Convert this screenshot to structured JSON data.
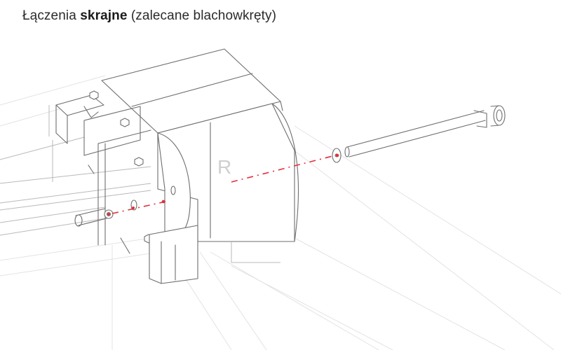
{
  "title": {
    "prefix": "Łączenia ",
    "emphasis": "skrajne",
    "suffix": " (zalecane blachowkręty)"
  },
  "diagram": {
    "side_marker": "R",
    "colors": {
      "line": "#6e6e6e",
      "faint_line": "#d0d0d0",
      "axis": "#e0303a"
    }
  }
}
